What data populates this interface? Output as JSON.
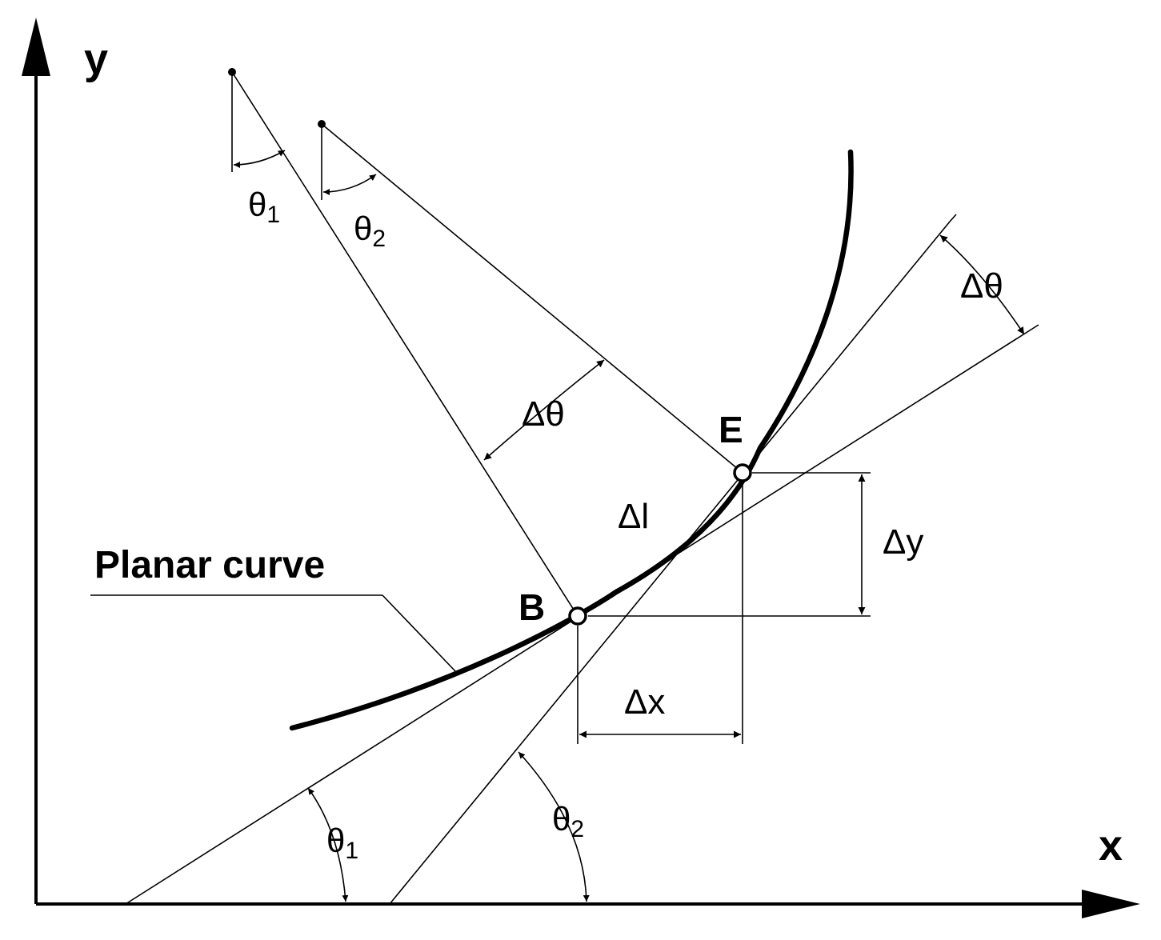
{
  "axes": {
    "x_label": "x",
    "y_label": "y"
  },
  "curve": {
    "label": "Planar curve"
  },
  "points": {
    "begin": "B",
    "end": "E"
  },
  "symbols": {
    "theta": "θ",
    "theta_sub_1": "1",
    "theta_sub_2": "2",
    "delta_theta": "Δθ",
    "delta_l": "Δl",
    "delta_x": "Δx",
    "delta_y": "Δy"
  },
  "colors": {
    "ink": "#000000",
    "background": "#ffffff"
  }
}
